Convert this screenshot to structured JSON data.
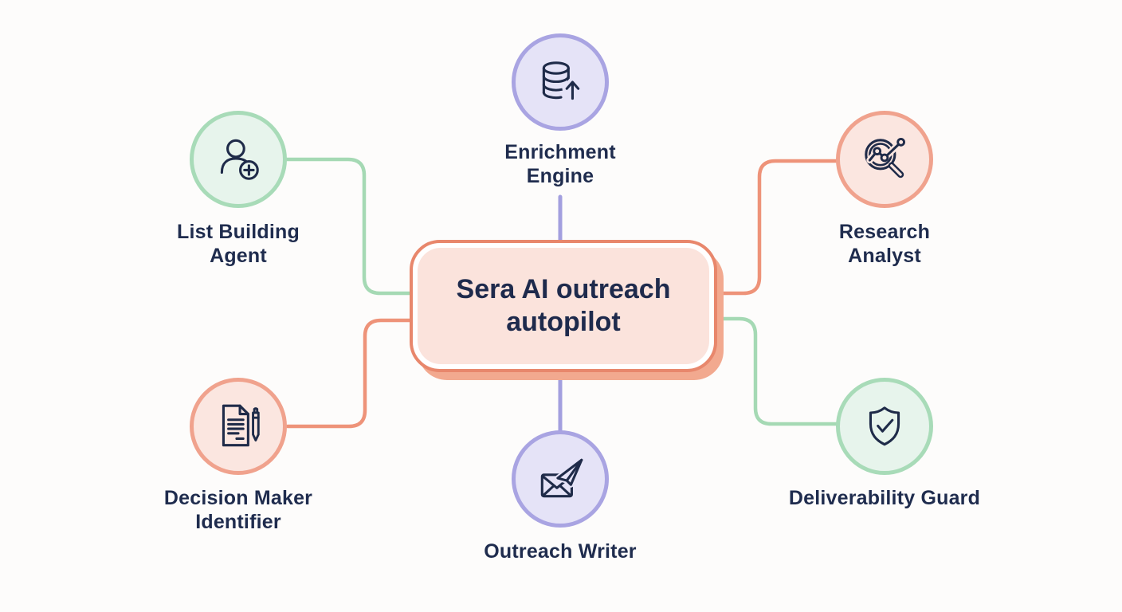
{
  "diagram": {
    "center": {
      "title": "Sera AI outreach autopilot"
    },
    "nodes": [
      {
        "id": "enrichment-engine",
        "label": "Enrichment Engine",
        "icon": "database-upload-icon",
        "color": "purple",
        "position": "top"
      },
      {
        "id": "list-building-agent",
        "label": "List Building Agent",
        "icon": "user-add-icon",
        "color": "green",
        "position": "top-left"
      },
      {
        "id": "research-analyst",
        "label": "Research Analyst",
        "icon": "magnifier-chart-icon",
        "color": "salmon",
        "position": "top-right"
      },
      {
        "id": "decision-maker-identifier",
        "label": "Decision Maker Identifier",
        "icon": "document-pen-icon",
        "color": "salmon",
        "position": "bottom-left"
      },
      {
        "id": "outreach-writer",
        "label": "Outreach Writer",
        "icon": "envelope-plane-icon",
        "color": "purple",
        "position": "bottom"
      },
      {
        "id": "deliverability-guard",
        "label": "Deliverability Guard",
        "icon": "shield-check-icon",
        "color": "green",
        "position": "bottom-right"
      }
    ],
    "edges": [
      {
        "from": "list-building-agent",
        "to": "center",
        "color": "#A5D9B4"
      },
      {
        "from": "decision-maker-identifier",
        "to": "center",
        "color": "#EE9379"
      },
      {
        "from": "center",
        "to": "research-analyst",
        "color": "#EE9379"
      },
      {
        "from": "center",
        "to": "deliverability-guard",
        "color": "#A5D9B4"
      },
      {
        "from": "enrichment-engine",
        "to": "center",
        "color": "#A39FDF"
      },
      {
        "from": "center",
        "to": "outreach-writer",
        "color": "#A39FDF"
      }
    ],
    "colors": {
      "background": "#FDFCFB",
      "text_navy": "#1F2C4E",
      "box_border": "#E8876C",
      "box_fill": "#FBE3DC",
      "box_shadow": "#F2A98F",
      "purple_border": "#A9A4E2",
      "purple_fill": "#E5E3F7",
      "green_border": "#A8DBB8",
      "green_fill": "#E7F4EC",
      "salmon_border": "#F0A28D",
      "salmon_fill": "#FBE6E0",
      "line_green": "#A5D9B4",
      "line_salmon": "#EE9379",
      "line_purple": "#A39FDF",
      "icon_stroke": "#1F2B49"
    }
  }
}
